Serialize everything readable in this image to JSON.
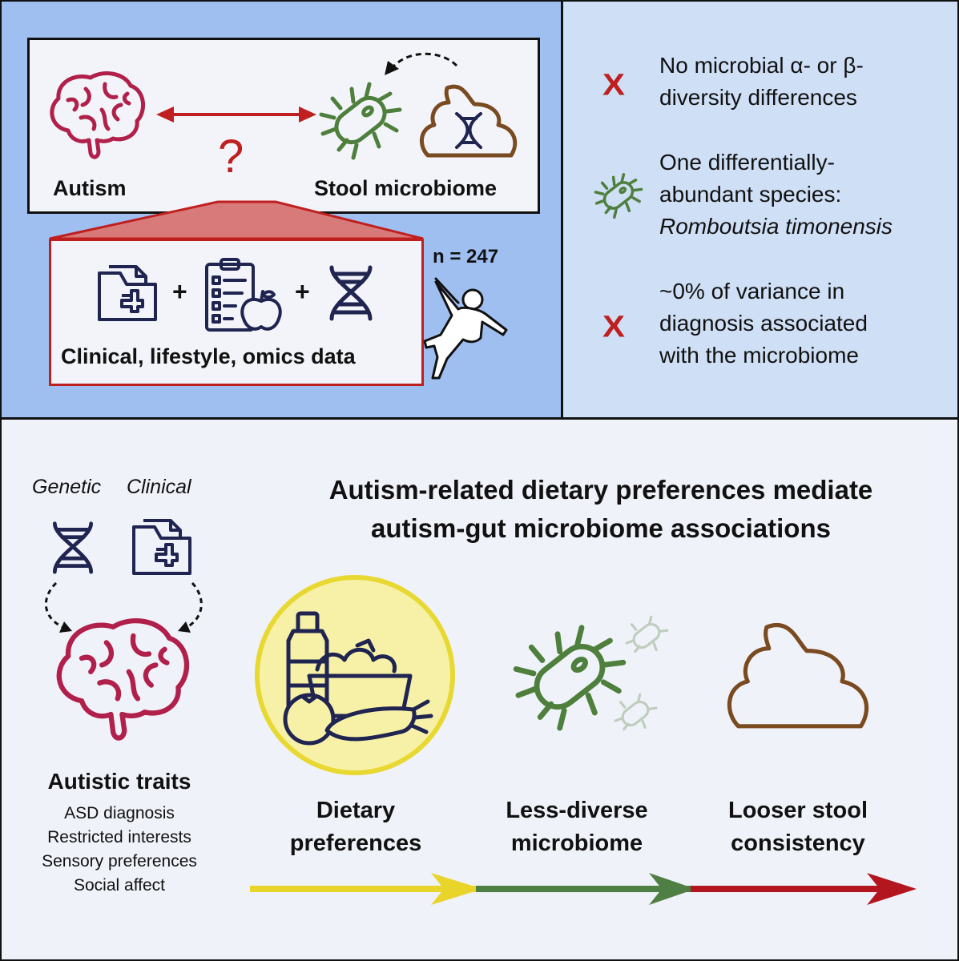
{
  "top_left": {
    "autism_label": "Autism",
    "stool_label": "Stool microbiome",
    "question_mark": "?",
    "data_label": "Clinical, lifestyle, omics data",
    "plus_1": "+",
    "plus_2": "+",
    "sample_size": "n = 247"
  },
  "findings": [
    {
      "icon": "cross-icon",
      "line1": "No microbial α- or β-",
      "line2": "diversity differences",
      "line3": ""
    },
    {
      "icon": "bacterium-icon",
      "line1": "One differentially-",
      "line2": "abundant species:",
      "line3": "Romboutsia timonensis"
    },
    {
      "icon": "cross-icon",
      "line1": "~0% of variance in",
      "line2": "diagnosis associated",
      "line3": "with the microbiome"
    }
  ],
  "cross_symbol": "X",
  "bottom": {
    "headline_line1": "Autism-related dietary preferences mediate",
    "headline_line2": "autism-gut microbiome associations",
    "source_genetic": "Genetic",
    "source_clinical": "Clinical",
    "traits_title": "Autistic traits",
    "traits": [
      "ASD diagnosis",
      "Restricted interests",
      "Sensory preferences",
      "Social affect"
    ],
    "stages": [
      {
        "line1": "Dietary",
        "line2": "preferences"
      },
      {
        "line1": "Less-diverse",
        "line2": "microbiome"
      },
      {
        "line1": "Looser stool",
        "line2": "consistency"
      }
    ]
  },
  "colors": {
    "panel_top_left": "#9fbff0",
    "panel_top_right": "#cedff6",
    "panel_bottom": "#f0f2f9",
    "brain": "#b0204a",
    "arrow_red": "#bf1f1f",
    "bacterium": "#4e7f3c",
    "stool": "#7a4a20",
    "icon_navy": "#1f2450",
    "diet_circle": "#f7f1a8",
    "diet_ring": "#e8d832",
    "arrow_yellow": "#e9d52a",
    "arrow_green": "#4f7f43",
    "arrow_darkred": "#b4161f"
  }
}
